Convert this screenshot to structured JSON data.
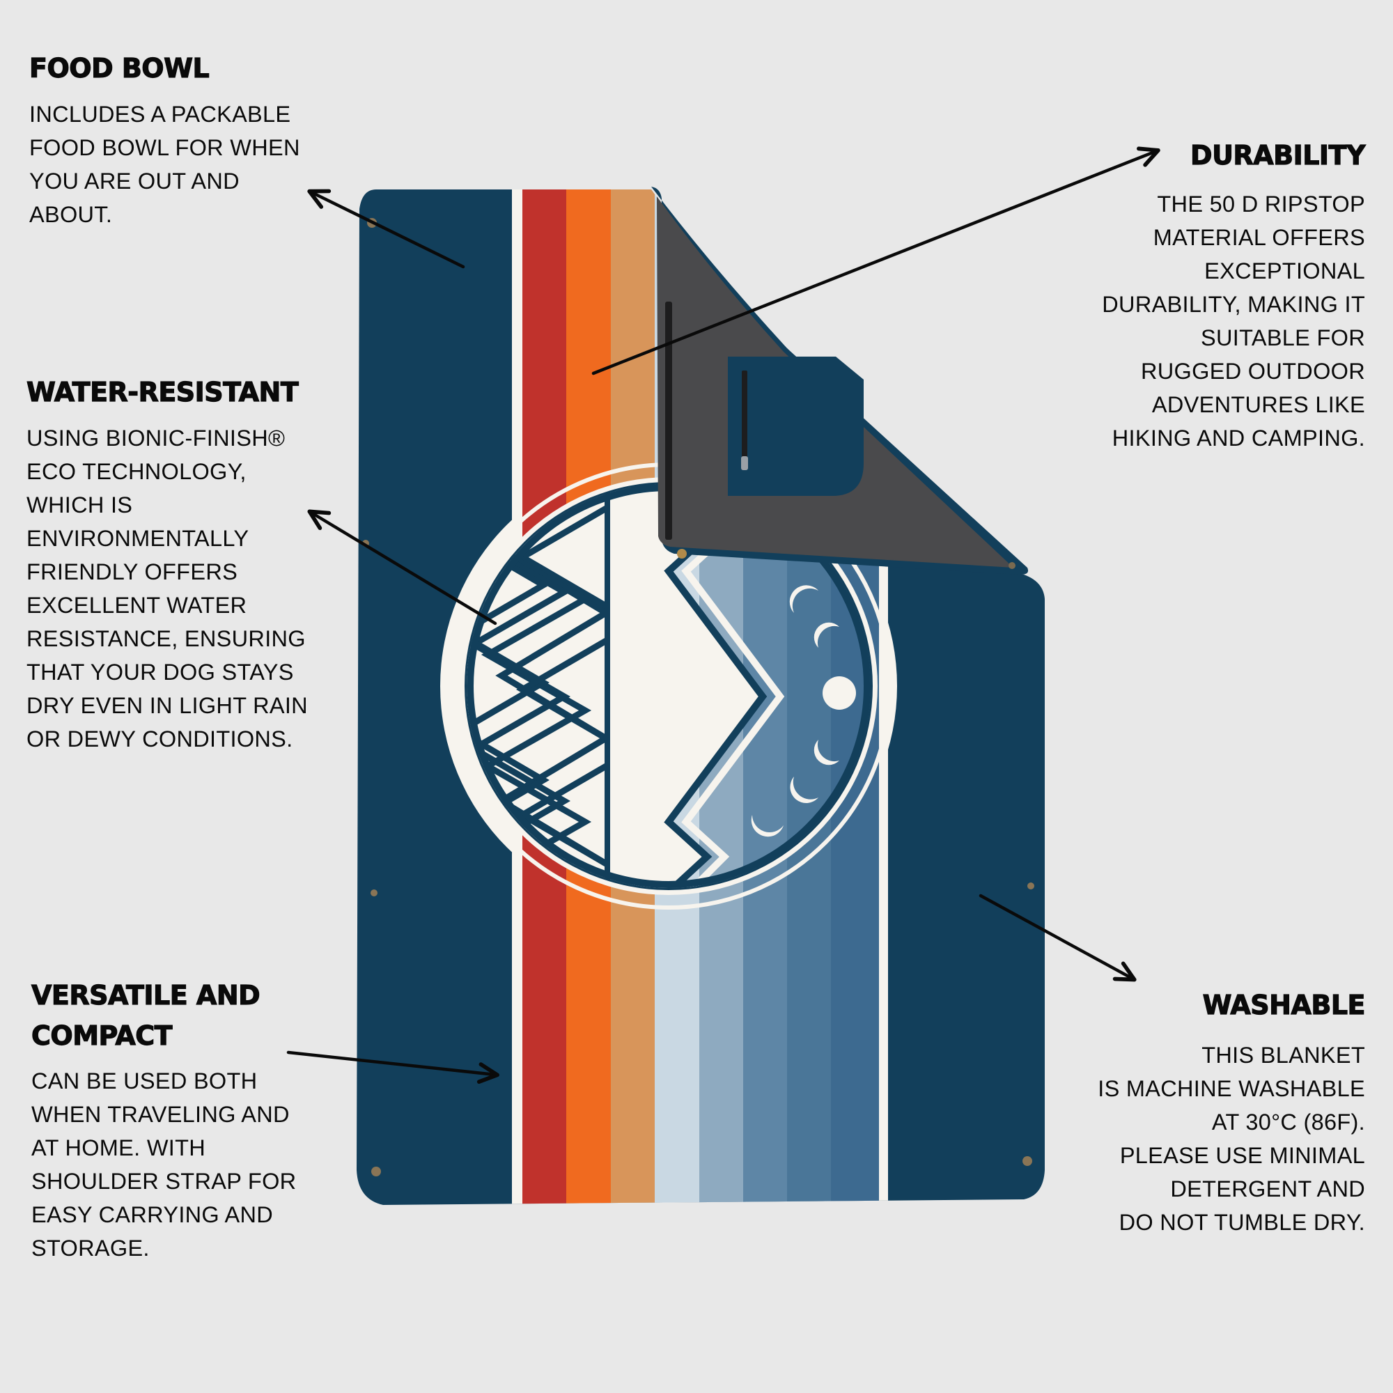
{
  "product": {
    "name": "Dog Blanket",
    "palette": {
      "background": "#e8e8e8",
      "navy": "#123f5b",
      "red": "#c0322c",
      "orange": "#f06a1f",
      "tan": "#d8955a",
      "sky_1": "#c9d8e3",
      "sky_2": "#8eaac0",
      "sky_3": "#5e86a6",
      "sky_4": "#3d6a90",
      "white": "#f7f4ee",
      "fleece_gray": "#4a4a4c"
    }
  },
  "features": {
    "food_bowl": {
      "title": "FOOD BOWL",
      "lines": [
        "INCLUDES A PACKABLE",
        "FOOD BOWL FOR WHEN",
        "YOU ARE OUT AND",
        "ABOUT."
      ]
    },
    "water_resistant": {
      "title": "WATER-RESISTANT",
      "lines": [
        "USING BIONIC-FINISH®",
        "ECO TECHNOLOGY,",
        "WHICH IS",
        "ENVIRONMENTALLY",
        "FRIENDLY OFFERS",
        "EXCELLENT WATER",
        "RESISTANCE, ENSURING",
        "THAT YOUR DOG STAYS",
        "DRY EVEN IN LIGHT RAIN",
        "OR DEWY CONDITIONS."
      ]
    },
    "versatile": {
      "title_lines": [
        "VERSATILE AND",
        "COMPACT"
      ],
      "lines": [
        "CAN BE USED BOTH",
        "WHEN TRAVELING AND",
        "AT HOME. WITH",
        "SHOULDER STRAP FOR",
        "EASY CARRYING AND",
        "STORAGE."
      ]
    },
    "durability": {
      "title": "DURABILITY",
      "lines": [
        "THE 50 D RIPSTOP",
        "MATERIAL OFFERS",
        "EXCEPTIONAL",
        "DURABILITY, MAKING IT",
        "SUITABLE FOR",
        "RUGGED OUTDOOR",
        "ADVENTURES LIKE",
        "HIKING AND CAMPING."
      ]
    },
    "washable": {
      "title": "WASHABLE",
      "lines": [
        "THIS BLANKET",
        "IS MACHINE WASHABLE",
        "AT 30°C (86F).",
        "PLEASE USE MINIMAL",
        "DETERGENT AND",
        "DO NOT TUMBLE DRY."
      ]
    }
  },
  "icons": {
    "emblem": "mountain-forest-moon-phase-emblem",
    "arrows": "callout-arrow"
  }
}
